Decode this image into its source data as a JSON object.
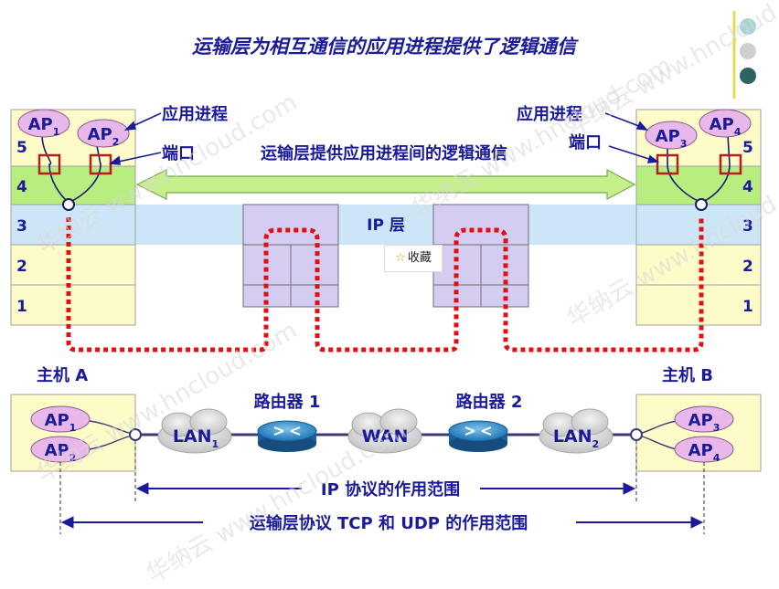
{
  "title": "运输层为相互通信的应用进程提供了逻辑通信",
  "left_stack": {
    "layers": [
      "5",
      "4",
      "3",
      "2",
      "1"
    ],
    "processes": [
      {
        "base": "AP",
        "sub": "1"
      },
      {
        "base": "AP",
        "sub": "2"
      }
    ]
  },
  "right_stack": {
    "layers": [
      "5",
      "4",
      "3",
      "2",
      "1"
    ],
    "processes": [
      {
        "base": "AP",
        "sub": "3"
      },
      {
        "base": "AP",
        "sub": "4"
      }
    ]
  },
  "labels": {
    "app_process_left": "应用进程",
    "app_process_right": "应用进程",
    "port_left": "端口",
    "port_right": "端口",
    "logical_comm": "运输层提供应用进程间的逻辑通信",
    "ip_layer": "IP 层",
    "host_a": "主机 A",
    "host_b": "主机 B",
    "router1": "路由器 1",
    "router2": "路由器 2",
    "wan": "WAN",
    "ip_scope": "IP 协议的作用范围",
    "transport_scope": "运输层协议 TCP 和 UDP 的作用范围"
  },
  "host_a_aps": [
    {
      "base": "AP",
      "sub": "1"
    },
    {
      "base": "AP",
      "sub": "2"
    }
  ],
  "host_b_aps": [
    {
      "base": "AP",
      "sub": "3"
    },
    {
      "base": "AP",
      "sub": "4"
    }
  ],
  "lans": [
    {
      "base": "LAN",
      "sub": "1"
    },
    {
      "base": "LAN",
      "sub": "2"
    }
  ],
  "bookmark": {
    "icon": "star-icon",
    "label": "收藏"
  },
  "watermark": "华纳云 www.hncloud.com",
  "colors": {
    "title": "#1a1a9a",
    "host_fill": "#fdfbc8",
    "layer4_fill": "#b8ee80",
    "ip_band": "#cde6f7",
    "router_box": "#d5ccf2",
    "ap_ellipse": "#e9b8ea",
    "port": "#b02020",
    "dotted_path": "#e01010",
    "arrow_green": "#c6f08c",
    "nav_dots": [
      "#a6d4d4",
      "#cfcfcf",
      "#2e6363"
    ]
  }
}
